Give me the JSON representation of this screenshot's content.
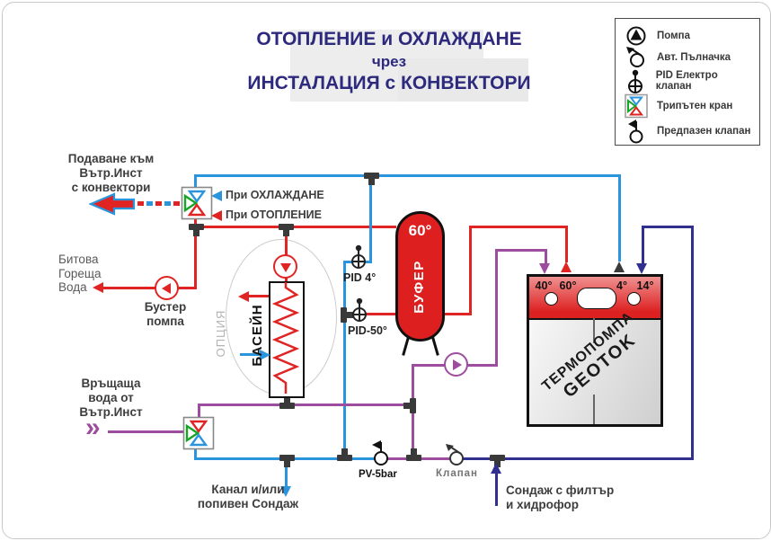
{
  "title": {
    "line1": "ОТОПЛЕНИЕ и ОХЛАЖДАНЕ",
    "line2": "чрез",
    "line3": "ИНСТАЛАЦИЯ с КОНВЕКТОРИ"
  },
  "legend": {
    "items": [
      {
        "icon": "pump-icon",
        "label": "Помпа"
      },
      {
        "icon": "auto-filler-icon",
        "label": "Авт. Пълначка"
      },
      {
        "icon": "pid-electro-valve-icon",
        "label": "PID Електро клапан"
      },
      {
        "icon": "three-way-valve-icon",
        "label": "Трипътен кран"
      },
      {
        "icon": "safety-valve-icon",
        "label": "Предпазен клапан"
      }
    ]
  },
  "labels": {
    "supply": "Подаване към\nВътр.Инст\nс конвектори",
    "cooling_mode": "При ОХЛАЖДАНЕ",
    "heating_mode": "При ОТОПЛЕНИЕ",
    "dhw": "Битова\nГореща\nВода",
    "booster": "Бустер\nпомпа",
    "option": "ОПЦИЯ",
    "pool": "БАСЕЙН",
    "pid4": "PID 4°",
    "pid50": "PID-50°",
    "return_water": "Връщаща\nвода от\nВътр.Инст",
    "drain": "Канал и/или\nпопивен Сондаж",
    "pv": "PV-5bar",
    "valve": "Клапан",
    "borehole": "Сондаж с филтър\nи хидрофор",
    "chevron": "»"
  },
  "buffer_tank": {
    "temp": "60°",
    "name": "БУФЕР"
  },
  "heat_pump": {
    "name_line1": "ТЕРМОПОМПА",
    "name_line2": "GEOTOK",
    "temps": [
      "40°",
      "60°",
      "4°",
      "14°"
    ]
  },
  "colors": {
    "red": "#e02424",
    "blue": "#2a95dc",
    "purple": "#9d4d9d",
    "navy": "#32308f",
    "green": "#18a428",
    "title_navy": "#2d2a7e",
    "tank_red": "#dd1f1f"
  }
}
